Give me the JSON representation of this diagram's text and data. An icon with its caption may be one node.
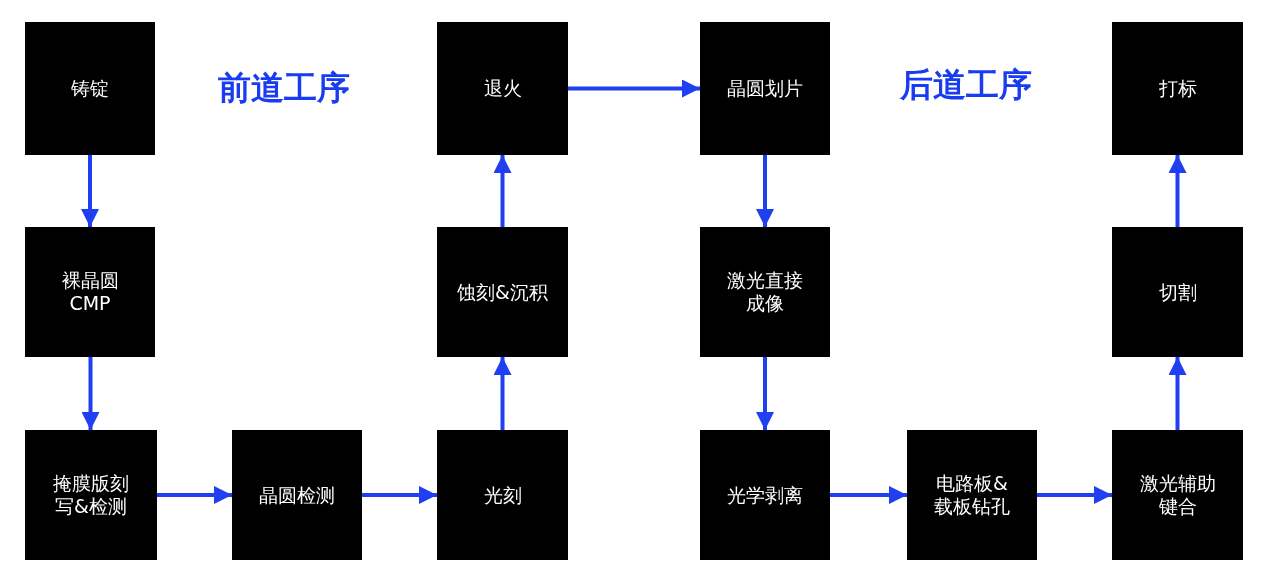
{
  "diagram": {
    "nodes": [
      {
        "text": [
          "铸锭"
        ]
      },
      {
        "text": [
          "裸晶圆 CMP"
        ]
      },
      {
        "text": [
          "掩膜版刻写&检测"
        ]
      },
      {
        "text": [
          "晶圆检测"
        ]
      },
      {
        "text": [
          "光刻"
        ]
      },
      {
        "text": [
          "蚀刻&沉积"
        ]
      },
      {
        "text": [
          "退火"
        ]
      },
      {
        "text": [
          "晶圆划片"
        ]
      },
      {
        "text": [
          "激光直接成像"
        ]
      },
      {
        "text": [
          "光学剥离"
        ]
      },
      {
        "text": [
          "电路板&载板钻孔"
        ]
      },
      {
        "text": [
          "激光辅助键合"
        ]
      },
      {
        "text": [
          "切割"
        ]
      },
      {
        "text": [
          "打标"
        ]
      }
    ],
    "edges": [
      {
        "from": 0,
        "to": 1,
        "arrow": "to"
      },
      {
        "from": 1,
        "to": 2,
        "arrow": "to"
      },
      {
        "from": 2,
        "to": 3,
        "arrow": "to"
      },
      {
        "from": 3,
        "to": 4,
        "arrow": "to"
      },
      {
        "from": 4,
        "to": 5,
        "arrow": "to"
      },
      {
        "from": 5,
        "to": 6,
        "arrow": "to"
      },
      {
        "from": 6,
        "to": 7,
        "arrow": "to"
      },
      {
        "from": 7,
        "to": 8,
        "arrow": "to"
      },
      {
        "from": 8,
        "to": 9,
        "arrow": "to"
      },
      {
        "from": 9,
        "to": 10,
        "arrow": "to"
      },
      {
        "from": 10,
        "to": 11,
        "arrow": "to"
      },
      {
        "from": 11,
        "to": 12,
        "arrow": "to"
      },
      {
        "from": 12,
        "to": 13,
        "arrow": "to"
      }
    ],
    "labels": [
      "前道工序",
      "后道工序"
    ]
  }
}
